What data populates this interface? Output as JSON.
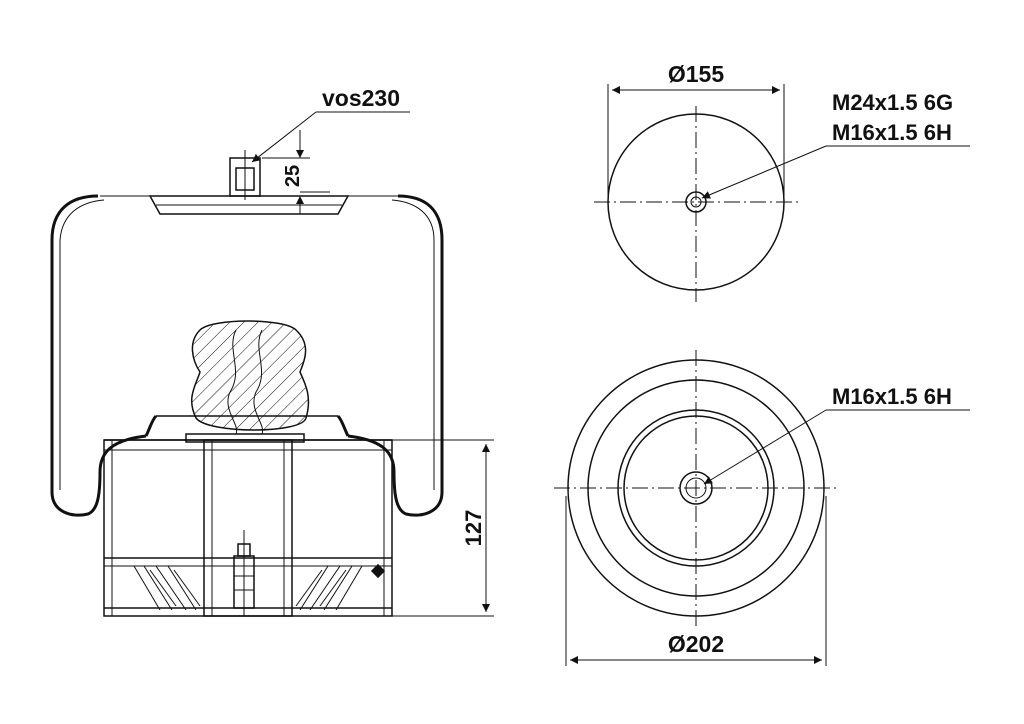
{
  "labels": {
    "vent_thread": "vos230",
    "height_top": "25",
    "height_lower": "127",
    "top_diameter": "Ø155",
    "top_thread_1": "M24x1.5 6G",
    "top_thread_2": "M16x1.5 6H",
    "bottom_thread": "M16x1.5 6H",
    "bottom_diameter": "Ø202"
  }
}
